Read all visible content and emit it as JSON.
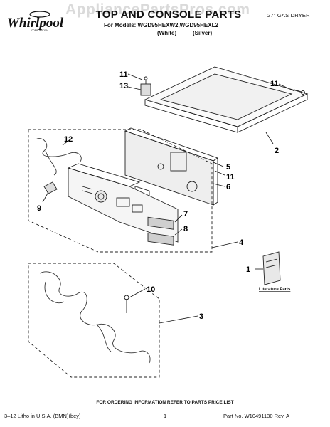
{
  "header": {
    "brand": "Whirlpool",
    "brand_tag": "CORPORATION",
    "watermark": "AppliancePartsPros.com",
    "title": "TOP AND CONSOLE PARTS",
    "subtitle": "27\" GAS DRYER",
    "models_line": "For Models: WGD95HEXW2,WGD95HEXL2",
    "color_white": "(White)",
    "color_silver": "(Silver)"
  },
  "callouts": {
    "c11a": "11",
    "c13": "13",
    "c11b": "11",
    "c12": "12",
    "c2": "2",
    "c5": "5",
    "c11c": "11",
    "c6": "6",
    "c9": "9",
    "c7": "7",
    "c8": "8",
    "c4": "4",
    "c1": "1",
    "c10": "10",
    "c3": "3"
  },
  "literature_label": "Literature Parts",
  "footer": {
    "note": "FOR ORDERING INFORMATION REFER TO PARTS PRICE LIST",
    "left": "3–12 Litho in U.S.A. (BMN)(bey)",
    "page": "1",
    "right": "Part No. W10491130 Rev. A"
  }
}
